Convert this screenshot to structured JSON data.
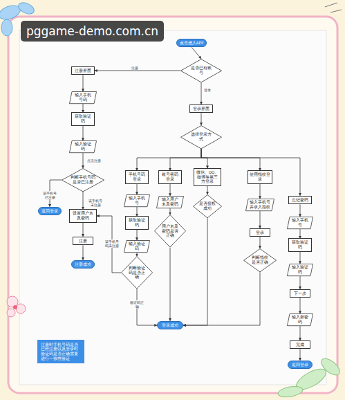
{
  "diagram": {
    "nodes": [
      {
        "text": [
          "点击进入APP"
        ]
      },
      {
        "text": [
          "是否已有账号"
        ]
      },
      {
        "text": [
          "注册界面"
        ]
      },
      {
        "text": [
          "输入手机号码"
        ]
      },
      {
        "text": [
          "获取验证码"
        ]
      },
      {
        "text": [
          "输入验证码"
        ]
      },
      {
        "text": [
          "判断手机号码是否已注册"
        ]
      },
      {
        "text": [
          "返回登录"
        ]
      },
      {
        "text": [
          "设置用户名及密码"
        ]
      },
      {
        "text": [
          "注册"
        ]
      },
      {
        "text": [
          "注册成功"
        ]
      },
      {
        "text": [
          "登录界面"
        ]
      },
      {
        "text": [
          "选择登录方式"
        ]
      },
      {
        "text": [
          "手机号码登录"
        ]
      },
      {
        "text": [
          "账号密码登录"
        ]
      },
      {
        "text": [
          "微信、QQ、微博等第三方登录"
        ]
      },
      {
        "text": [
          "使用指纹登录"
        ]
      },
      {
        "text": [
          "忘记密码"
        ]
      },
      {
        "text": [
          "输入手机号"
        ]
      },
      {
        "text": [
          "获取验证码"
        ]
      },
      {
        "text": [
          "输入验证码"
        ]
      },
      {
        "text": [
          "判断验证码是否正确"
        ]
      },
      {
        "text": [
          "输入用户名及密码"
        ]
      },
      {
        "text": [
          "用户名及密码是否正确"
        ]
      },
      {
        "text": [
          "是否授权成功"
        ]
      },
      {
        "text": [
          "输入手机号并录入指纹"
        ]
      },
      {
        "text": [
          "登录"
        ]
      },
      {
        "text": [
          "判断指纹是否正确"
        ]
      },
      {
        "text": [
          "登录成功"
        ]
      },
      {
        "text": [
          "输入手机号"
        ]
      },
      {
        "text": [
          "获取验证码"
        ]
      },
      {
        "text": [
          "输入验证码"
        ]
      },
      {
        "text": [
          "下一步"
        ]
      },
      {
        "text": [
          "输入新密码"
        ]
      },
      {
        "text": [
          "完成"
        ]
      },
      {
        "text": [
          "返回登录"
        ]
      },
      {
        "text": [
          "注册时手机号码是否已经注册以及登录时验证码是否正确需要进行一致性验证"
        ]
      }
    ],
    "edges": [
      {
        "from": 0,
        "to": 1,
        "arrow": "to"
      },
      {
        "from": 1,
        "to": 2,
        "label": "注册",
        "arrow": "to"
      },
      {
        "from": 1,
        "to": 11,
        "label": "登录",
        "arrow": "to"
      },
      {
        "from": 2,
        "to": 3,
        "arrow": "to"
      },
      {
        "from": 3,
        "to": 4,
        "arrow": "to"
      },
      {
        "from": 4,
        "to": 5,
        "arrow": "to"
      },
      {
        "from": 5,
        "to": 6,
        "label": "点击注册",
        "arrow": "to"
      },
      {
        "from": 6,
        "to": 7,
        "label": "该手机号已注册",
        "arrow": "to"
      },
      {
        "from": 6,
        "to": 8,
        "label": "该手机号未注册",
        "arrow": "to"
      },
      {
        "from": 8,
        "to": 9,
        "arrow": "to"
      },
      {
        "from": 9,
        "to": 10,
        "arrow": "to"
      },
      {
        "from": 11,
        "to": 12,
        "arrow": "to"
      },
      {
        "from": 12,
        "to": 13,
        "arrow": "to"
      },
      {
        "from": 12,
        "to": 14,
        "arrow": "to"
      },
      {
        "from": 12,
        "to": 15,
        "arrow": "to"
      },
      {
        "from": 12,
        "to": 16,
        "arrow": "to"
      },
      {
        "from": 12,
        "to": 17,
        "arrow": "to"
      },
      {
        "from": 13,
        "to": 18,
        "arrow": "to"
      },
      {
        "from": 18,
        "to": 19,
        "arrow": "to"
      },
      {
        "from": 19,
        "to": 20,
        "arrow": "to"
      },
      {
        "from": 20,
        "to": 21,
        "arrow": "to"
      },
      {
        "from": 21,
        "to": 8,
        "label": "该手机号码未注册",
        "arrow": "to"
      },
      {
        "from": 21,
        "to": 28,
        "label": "验证码正确",
        "arrow": "to"
      },
      {
        "from": 14,
        "to": 22,
        "arrow": "to"
      },
      {
        "from": 22,
        "to": 23,
        "arrow": "to"
      },
      {
        "from": 23,
        "to": 28,
        "arrow": "to"
      },
      {
        "from": 15,
        "to": 24,
        "arrow": "to"
      },
      {
        "from": 24,
        "to": 28,
        "arrow": "to"
      },
      {
        "from": 16,
        "to": 25,
        "arrow": "to"
      },
      {
        "from": 25,
        "to": 26,
        "arrow": "to"
      },
      {
        "from": 26,
        "to": 27,
        "arrow": "to"
      },
      {
        "from": 27,
        "to": 28,
        "arrow": "to"
      },
      {
        "from": 17,
        "to": 29,
        "arrow": "to"
      },
      {
        "from": 29,
        "to": 30,
        "arrow": "to"
      },
      {
        "from": 30,
        "to": 31,
        "arrow": "to"
      },
      {
        "from": 31,
        "to": 32,
        "arrow": "to"
      },
      {
        "from": 32,
        "to": 33,
        "arrow": "to"
      },
      {
        "from": 33,
        "to": 34,
        "arrow": "to"
      },
      {
        "from": 34,
        "to": 35,
        "arrow": "to"
      }
    ],
    "labels": [
      "pggame-demo.com.cn"
    ]
  }
}
